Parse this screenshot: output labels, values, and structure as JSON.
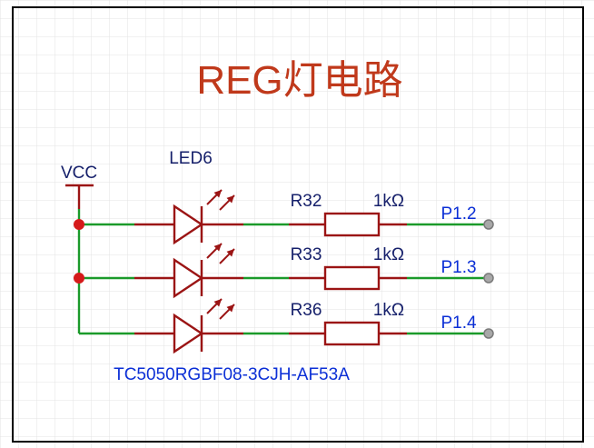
{
  "title": "REG灯电路",
  "power_label": "VCC",
  "led": {
    "designator": "LED6",
    "part_number": "TC5050RGBF08-3CJH-AF53A"
  },
  "channels": [
    {
      "resistor": "R32",
      "value": "1kΩ",
      "port": "P1.2"
    },
    {
      "resistor": "R33",
      "value": "1kΩ",
      "port": "P1.3"
    },
    {
      "resistor": "R36",
      "value": "1kΩ",
      "port": "P1.4"
    }
  ],
  "colors": {
    "title": "#c0391b",
    "wire": "#1a9a2a",
    "component": "#9b1414",
    "label_blue": "#0b2fd6",
    "label_navy": "#16206b",
    "junction": "#d51a1a",
    "grid": "#e3e3e3",
    "border": "#000000"
  }
}
